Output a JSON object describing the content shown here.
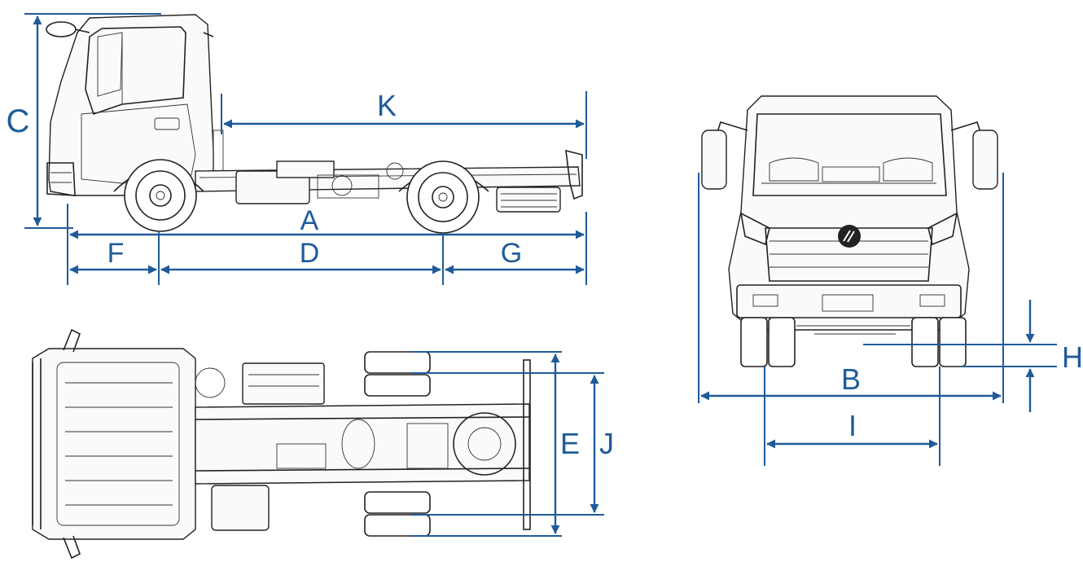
{
  "labels": {
    "a": "A",
    "b": "B",
    "c": "C",
    "d": "D",
    "e": "E",
    "f": "F",
    "g": "G",
    "h": "H",
    "i": "I",
    "j": "J",
    "k": "K"
  },
  "colors": {
    "dimension": "#1f5b99",
    "ink": "#222222"
  }
}
